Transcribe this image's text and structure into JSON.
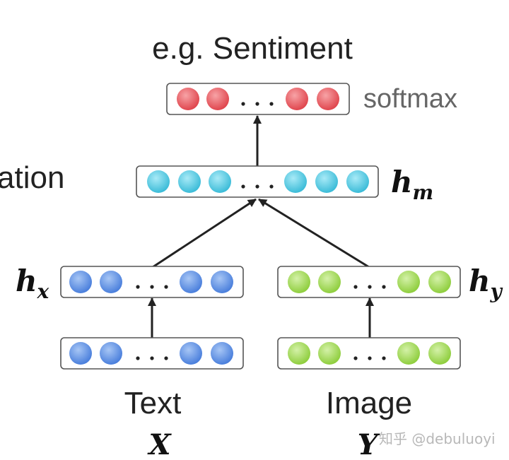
{
  "title": "e.g. Sentiment",
  "left_cut_text": "ation",
  "softmax_label": "softmax",
  "hm_label": {
    "base": "h",
    "sub": "m"
  },
  "hx_label": {
    "base": "h",
    "sub": "x"
  },
  "hy_label": {
    "base": "h",
    "sub": "y"
  },
  "text_caption": "Text",
  "image_caption": "Image",
  "x_var": "X",
  "y_var": "Y",
  "watermark": "知乎 @debuluoyi",
  "colors": {
    "softmax_fill": "#e85b62",
    "hm_fill": "#5ccfe6",
    "text_fill": "#5b8fe6",
    "image_fill": "#a6dd5e"
  }
}
